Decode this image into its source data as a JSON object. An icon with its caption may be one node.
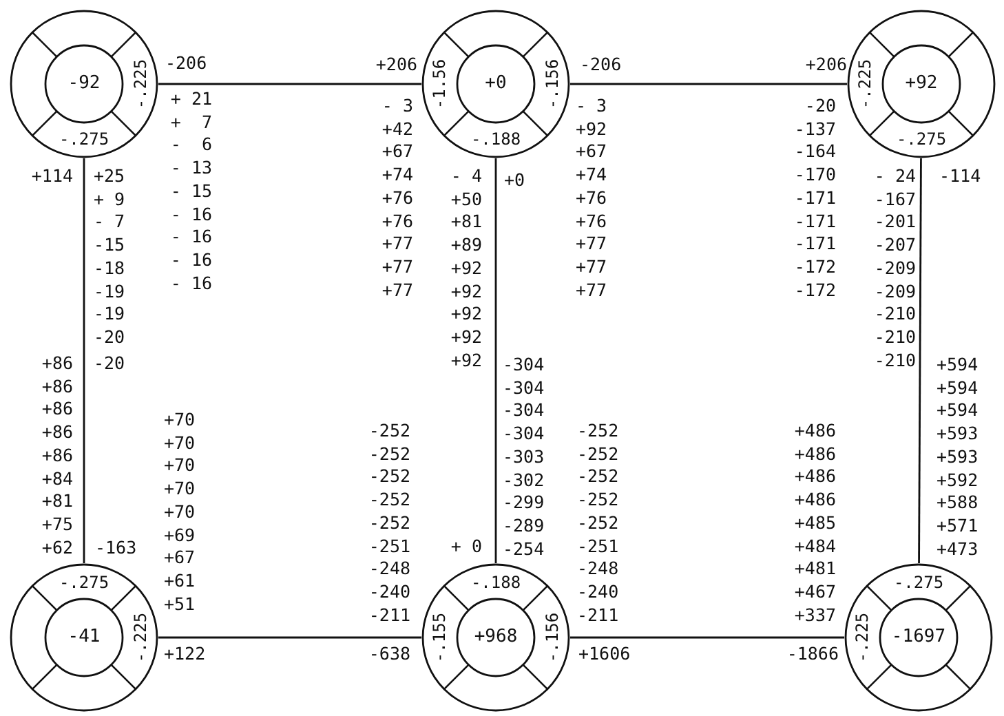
{
  "diagram": {
    "nodes": [
      {
        "text": [
          "-92",
          "-.225",
          "-.275"
        ]
      },
      {
        "text": [
          "-1.56",
          "+0",
          "-.156",
          "-.188"
        ]
      },
      {
        "text": [
          "-.225",
          "+92",
          "-.275"
        ]
      },
      {
        "text": [
          "-.275",
          "-41",
          "-.225"
        ]
      },
      {
        "text": [
          "-.188",
          "-.155",
          "+968",
          "-.156"
        ]
      },
      {
        "text": [
          "-.275",
          "-.225",
          "-1697"
        ]
      }
    ],
    "edges": [
      {
        "from": 0,
        "to": 1,
        "arrow": "none"
      },
      {
        "from": 1,
        "to": 2,
        "arrow": "none"
      },
      {
        "from": 0,
        "to": 3,
        "arrow": "none"
      },
      {
        "from": 1,
        "to": 4,
        "arrow": "none"
      },
      {
        "from": 2,
        "to": 5,
        "arrow": "none"
      },
      {
        "from": 3,
        "to": 4,
        "arrow": "none"
      },
      {
        "from": 4,
        "to": 5,
        "arrow": "none"
      }
    ],
    "labels": [
      "-206",
      "+ 21",
      "+  7",
      "-  6",
      "- 13",
      "- 15",
      "- 16",
      "- 16",
      "- 16",
      "- 16",
      "+114",
      "+25",
      "+ 9",
      "- 7",
      "-15",
      "-18",
      "-19",
      "-19",
      "-20",
      "+86",
      "-20",
      "+86",
      "+86",
      "+86",
      "+86",
      "+84",
      "+81",
      "+75",
      "+62",
      "-163",
      "+70",
      "+70",
      "+70",
      "+70",
      "+70",
      "+69",
      "+67",
      "+61",
      "+51",
      "+122",
      "+206",
      "- 3",
      "+42",
      "+67",
      "+74",
      "+76",
      "+76",
      "+77",
      "+77",
      "+77",
      "- 4",
      "+50",
      "+81",
      "+89",
      "+92",
      "+92",
      "+92",
      "+92",
      "+92",
      "+0",
      "-206",
      "- 3",
      "+92",
      "+67",
      "+74",
      "+76",
      "+76",
      "+77",
      "+77",
      "+77",
      "+206",
      "-20",
      "-137",
      "-164",
      "-170",
      "-171",
      "-171",
      "-171",
      "-172",
      "-172",
      "- 24",
      "-167",
      "-201",
      "-207",
      "-209",
      "-209",
      "-210",
      "-210",
      "-210",
      "-114",
      "+594",
      "+594",
      "+594",
      "+593",
      "+593",
      "+592",
      "+588",
      "+571",
      "+473",
      "-304",
      "-304",
      "-304",
      "-304",
      "-303",
      "-302",
      "-299",
      "-289",
      "-254",
      "-252",
      "-252",
      "-252",
      "-252",
      "-252",
      "-251",
      "-248",
      "-240",
      "-211",
      "+ 0",
      "-252",
      "-252",
      "-252",
      "-252",
      "-252",
      "-251",
      "-248",
      "-240",
      "-211",
      "-638",
      "+1606",
      "+486",
      "+486",
      "+486",
      "+486",
      "+485",
      "+484",
      "+481",
      "+467",
      "+337",
      "-1866"
    ]
  }
}
